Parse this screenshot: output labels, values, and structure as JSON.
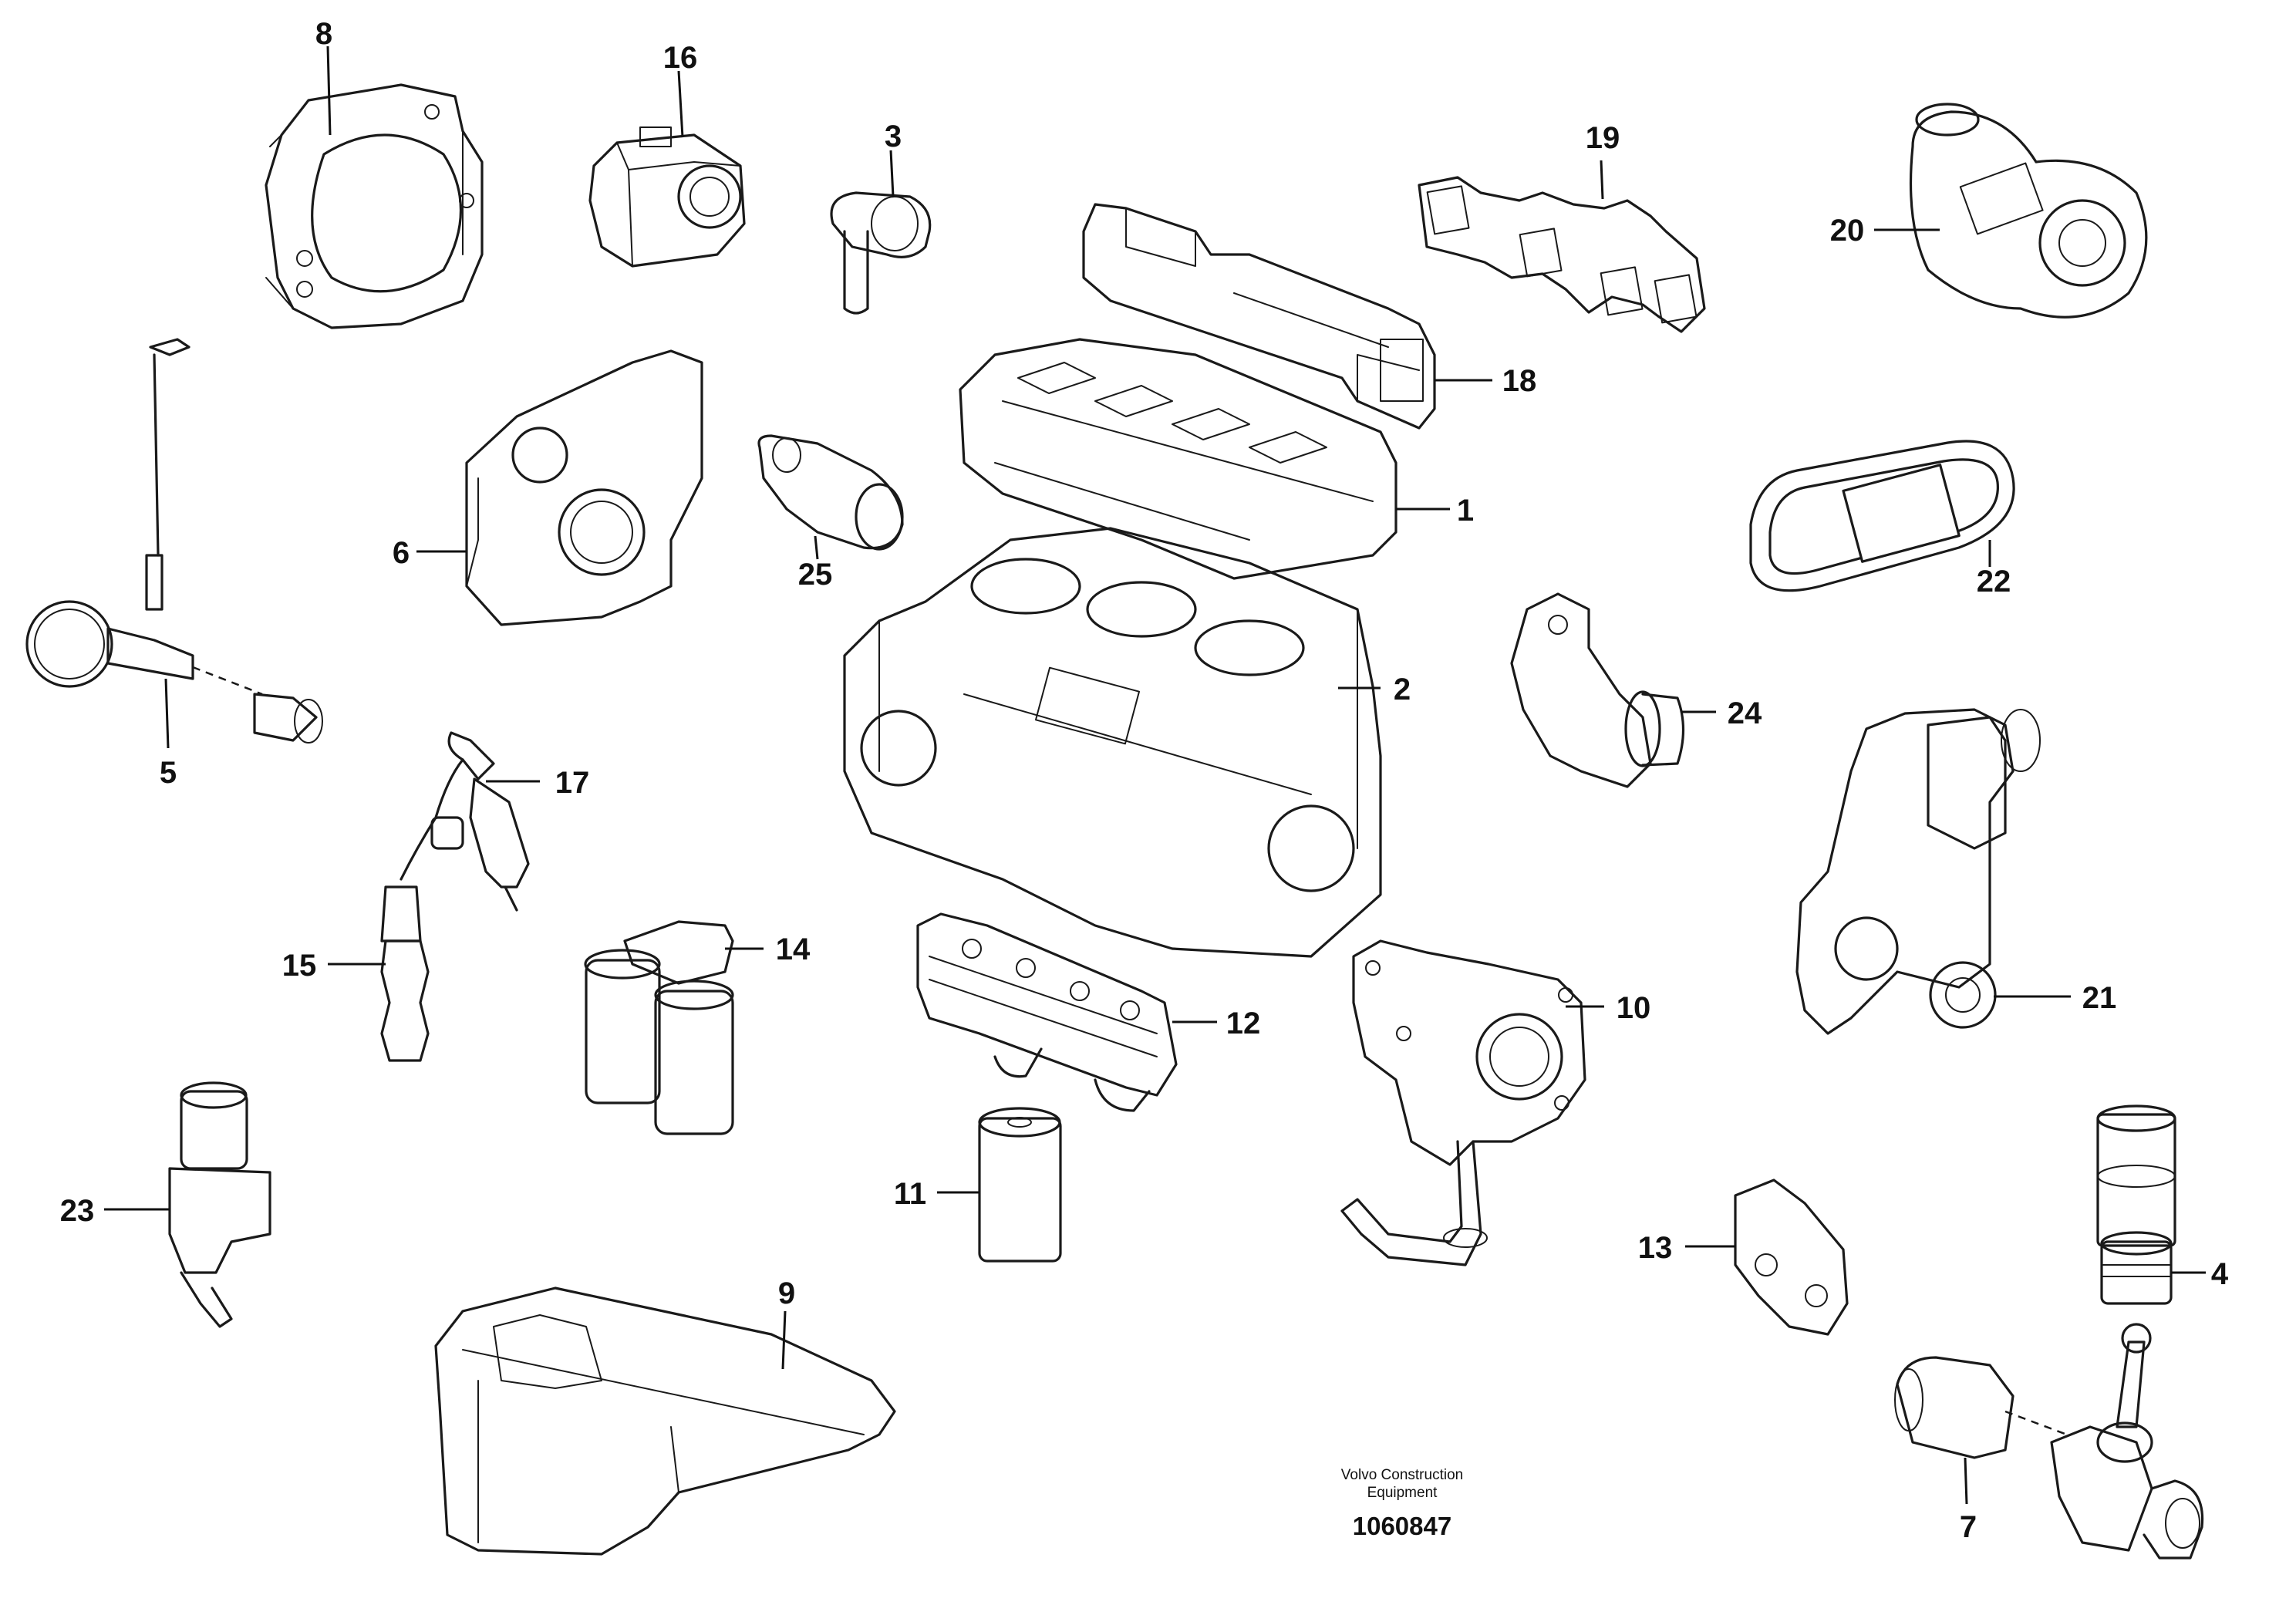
{
  "diagram": {
    "credit_line1": "Volvo Construction",
    "credit_line2": "Equipment",
    "doc_number": "1060847",
    "callouts": {
      "c1": "1",
      "c2": "2",
      "c3": "3",
      "c4": "4",
      "c5": "5",
      "c6": "6",
      "c7": "7",
      "c8": "8",
      "c9": "9",
      "c10": "10",
      "c11": "11",
      "c12": "12",
      "c13": "13",
      "c14": "14",
      "c15": "15",
      "c16": "16",
      "c17": "17",
      "c18": "18",
      "c19": "19",
      "c20": "20",
      "c21": "21",
      "c22": "22",
      "c23": "23",
      "c24": "24",
      "c25": "25"
    }
  }
}
